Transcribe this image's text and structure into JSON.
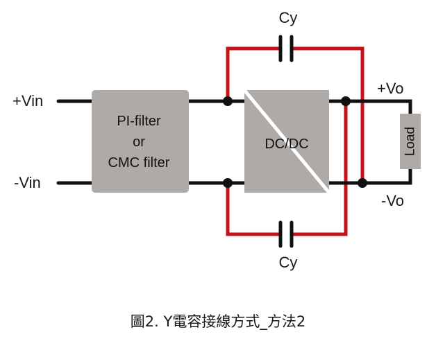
{
  "labels": {
    "vin_pos": "+Vin",
    "vin_neg": "-Vin",
    "vo_pos": "+Vo",
    "vo_neg": "-Vo",
    "cy_top": "Cy",
    "cy_bottom": "Cy"
  },
  "blocks": {
    "filter_lines": [
      "PI-filter",
      "or",
      "CMC filter"
    ],
    "converter": "DC/DC",
    "load": "Load"
  },
  "caption": "圖2. Y電容接線方式_方法2",
  "colors": {
    "wire": "#111111",
    "y_cap_wire": "#c4141a",
    "block_fill": "#aeaaa8"
  }
}
